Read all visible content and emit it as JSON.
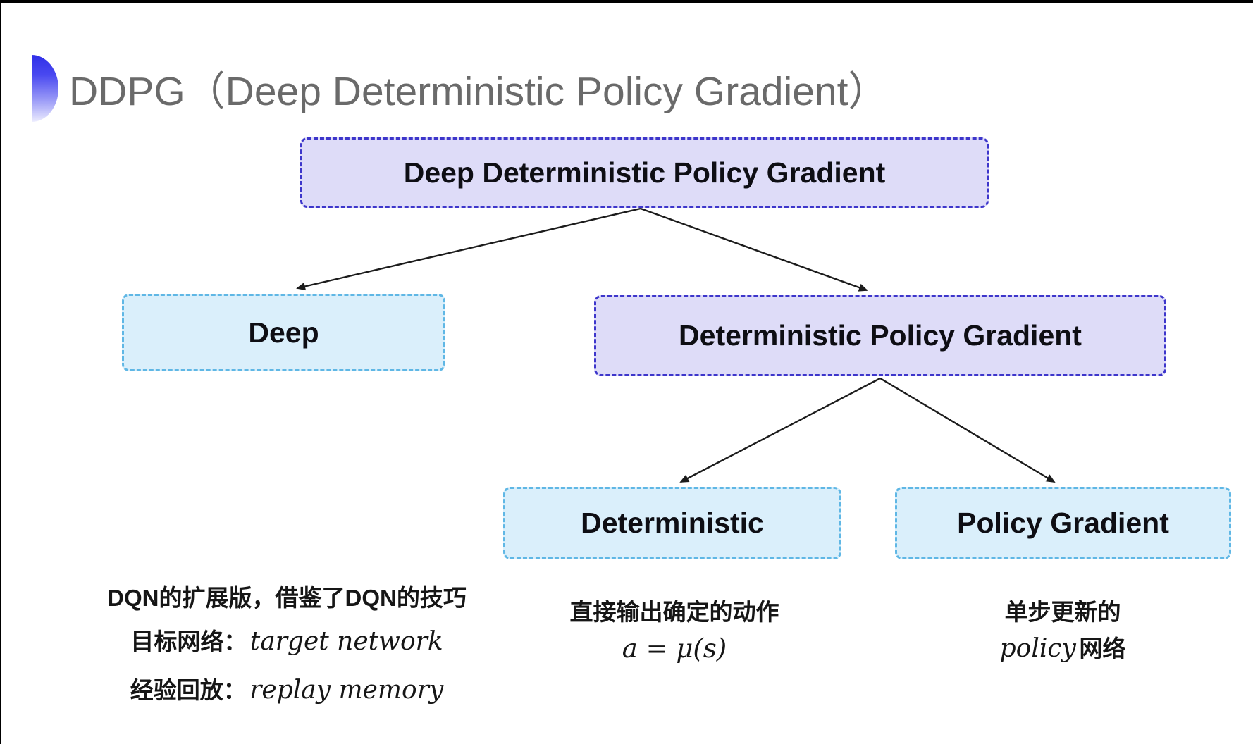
{
  "title": {
    "text": "DDPG（Deep Deterministic Policy Gradient）"
  },
  "tree": {
    "root": {
      "label": "Deep Deterministic Policy Gradient"
    },
    "children": [
      {
        "label": "Deep"
      },
      {
        "label": "Deterministic Policy Gradient"
      }
    ],
    "grandchildren": [
      {
        "label": "Deterministic"
      },
      {
        "label": "Policy Gradient"
      }
    ]
  },
  "notes": {
    "deep": {
      "line1": "DQN的扩展版，借鉴了DQN的技巧",
      "line2_label": "目标网络：",
      "line2_term": "target network",
      "line3_label": "经验回放：",
      "line3_term": "replay memory"
    },
    "deterministic": {
      "line1": "直接输出确定的动作",
      "formula": "a = μ(s)"
    },
    "policy_gradient": {
      "line1": "单步更新的",
      "term": "policy",
      "suffix": " 网络"
    }
  },
  "colors": {
    "purple_fill": "#dedcf8",
    "purple_border": "#3d36cb",
    "cyan_fill": "#daeffb",
    "cyan_border": "#5fb7e5",
    "title_gray": "#6a6a6a",
    "accent_blue": "#3a3aee",
    "arrow_black": "#1c1c1c"
  },
  "icons": {
    "bullet": "half-circle-bullet-icon"
  }
}
